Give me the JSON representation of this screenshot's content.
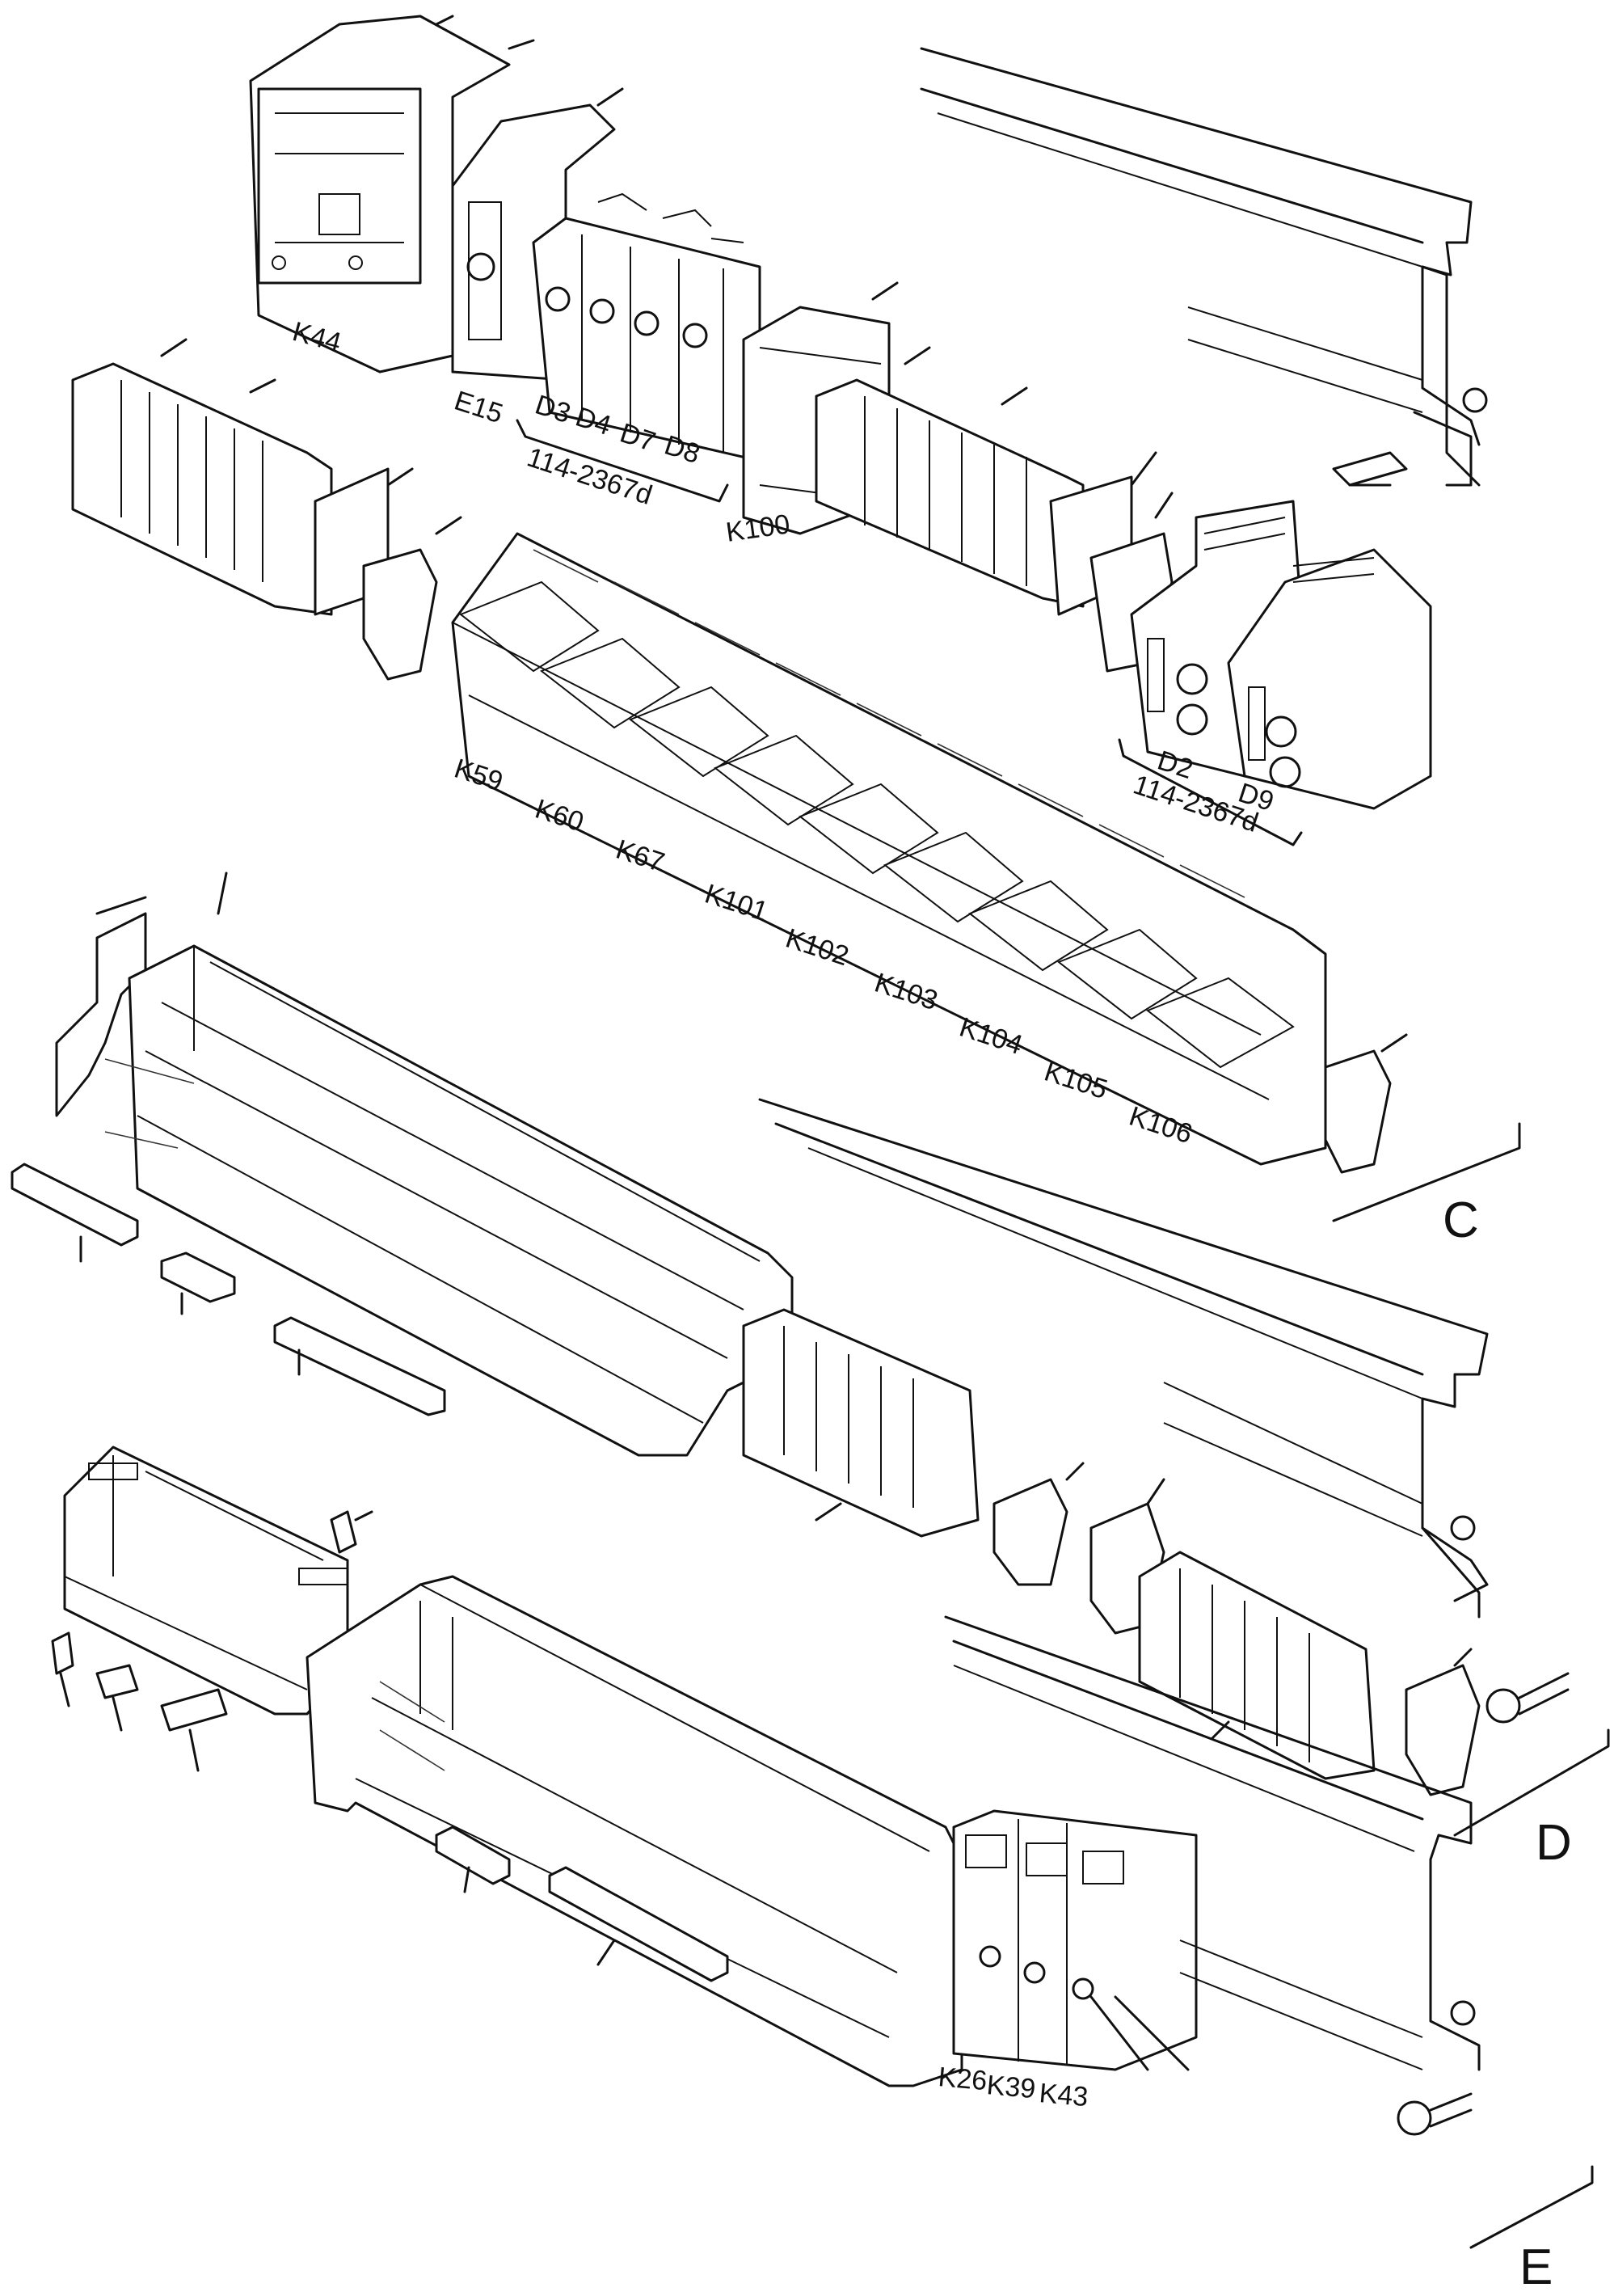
{
  "labels": {
    "k44": "K44",
    "e15": "E15",
    "d3": "D3",
    "d4": "D4",
    "d7": "D7",
    "d8": "D8",
    "part_no_top": "114-2367d",
    "k100": "K100",
    "d2": "D2",
    "d9": "D9",
    "part_no_right": "114-2367d",
    "k59": "K59",
    "k60": "K60",
    "k67": "K67",
    "k101": "K101",
    "k102": "K102",
    "k103": "K103",
    "k104": "K104",
    "k105": "K105",
    "k106": "K106",
    "section_c": "C",
    "section_d": "D",
    "section_e": "E",
    "k26": "K26",
    "k39": "K39",
    "k43": "K43"
  }
}
